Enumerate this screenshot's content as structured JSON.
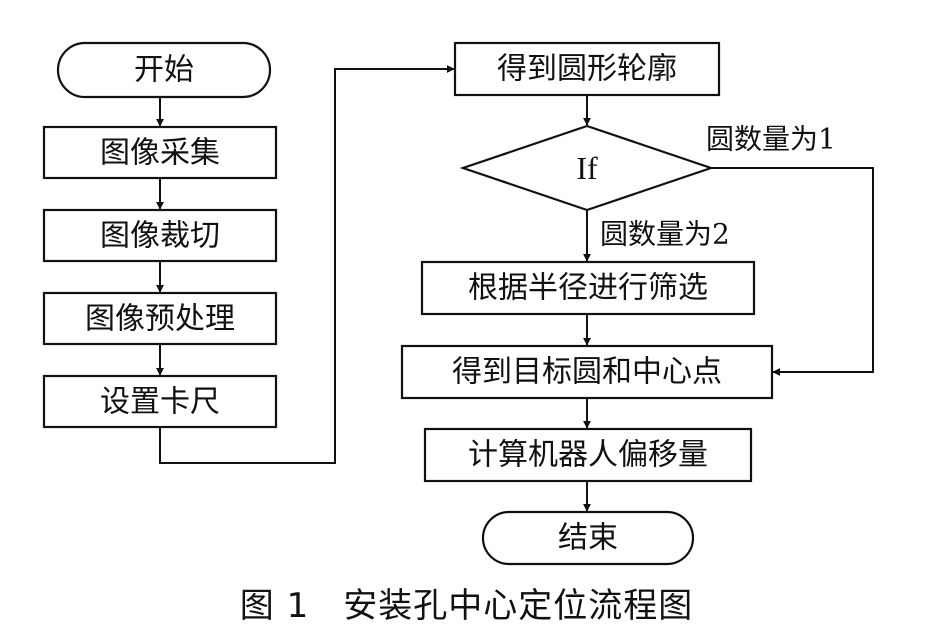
{
  "diagram": {
    "nodes": {
      "start": "开始",
      "acquire": "图像采集",
      "crop": "图像裁切",
      "preprocess": "图像预处理",
      "caliper": "设置卡尺",
      "contour": "得到圆形轮廓",
      "decision": "If",
      "filter": "根据半径进行筛选",
      "target": "得到目标圆和中心点",
      "offset": "计算机器人偏移量",
      "end": "结束"
    },
    "edges": {
      "count_one": "圆数量为1",
      "count_two": "圆数量为2"
    }
  },
  "caption": {
    "number": "图 1",
    "title": "安装孔中心定位流程图"
  }
}
